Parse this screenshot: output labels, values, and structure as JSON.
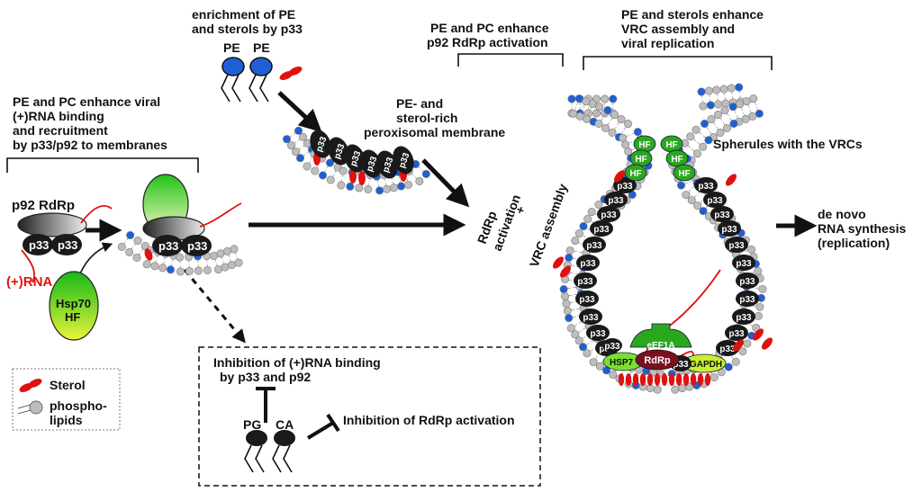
{
  "labels": {
    "enrich_1": "enrichment of PE",
    "enrich_2": "and sterols by p33",
    "pe_a": "PE",
    "pe_b": "PE",
    "pc_rdrp_1": "PE and PC enhance",
    "pc_rdrp_2": "p92 RdRp activation",
    "vrc_1": "PE and sterols enhance",
    "vrc_2": "VRC assembly and",
    "vrc_3": "viral replication",
    "left_1": "PE and PC enhance viral",
    "left_2": "(+)RNA binding",
    "left_3": "and recruitment",
    "left_4": "by p33/p92 to membranes",
    "perox_1": "PE- and",
    "perox_2": "sterol-rich",
    "perox_3": "peroxisomal membrane",
    "p92_rdrp": "p92 RdRp",
    "p33": "p33",
    "plus_rna": "(+)RNA",
    "hsp70_1": "Hsp70",
    "hsp70_2": "HF",
    "hf": "HF",
    "rotated_1": "RdRp",
    "rotated_2": "activation",
    "rotated_3": "+",
    "rotated_4": "VRC assembly",
    "spherules": "Spherules with the VRCs",
    "denovo_1": "de novo",
    "denovo_2": "RNA synthesis",
    "denovo_3": "(replication)",
    "eef1a": "eEF1A",
    "rdrp": "RdRp",
    "hsp7": "HSP7",
    "gapdh": "GAPDH",
    "inhib_1": "Inhibition of (+)RNA binding",
    "inhib_2": "by p33 and p92",
    "pg": "PG",
    "ca": "CA",
    "inhib_rdrp": "Inhibition of RdRp activation",
    "legend_sterol": "Sterol",
    "legend_phospho_1": "phospho-",
    "legend_phospho_2": "lipids"
  },
  "colors": {
    "protein": "#1a1a1a",
    "sterol": "#e01010",
    "pe_headgroup": "#1f5fd6",
    "phospholipid": "#bdbdbd",
    "hf_green": "#2aa81d",
    "rdrp_dark": "#7a1020",
    "rna": "#e01010"
  }
}
